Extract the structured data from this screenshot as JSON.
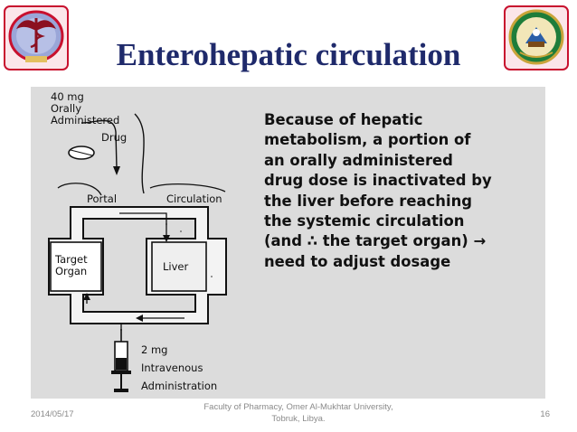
{
  "slide": {
    "title": "Enterohepatic circulation"
  },
  "diagram": {
    "labels": {
      "dose_oral": "40 mg",
      "orally": "Orally",
      "administered": "Administered",
      "drug": "Drug",
      "portal": "Portal",
      "circulation": "Circulation",
      "target": "Target",
      "organ": "Organ",
      "liver": "Liver",
      "dose_iv": "2 mg",
      "intravenous": "Intravenous",
      "administration": "Administration"
    },
    "caption_lines": [
      "Because of hepatic",
      "metabolism, a portion of",
      "an orally administered",
      "drug dose is inactivated by",
      "the liver before reaching",
      "the systemic circulation",
      "(and ∴ the target organ) →",
      "need to adjust dosage"
    ]
  },
  "footer": {
    "date": "2014/05/17",
    "institution_line1": "Faculty of Pharmacy, Omer Al-Mukhtar University,",
    "institution_line2": "Tobruk, Libya.",
    "page": "16"
  },
  "colors": {
    "title": "#1f2a6b",
    "figure_background": "#dcdcdc",
    "footer_text": "#8a8a8a"
  }
}
